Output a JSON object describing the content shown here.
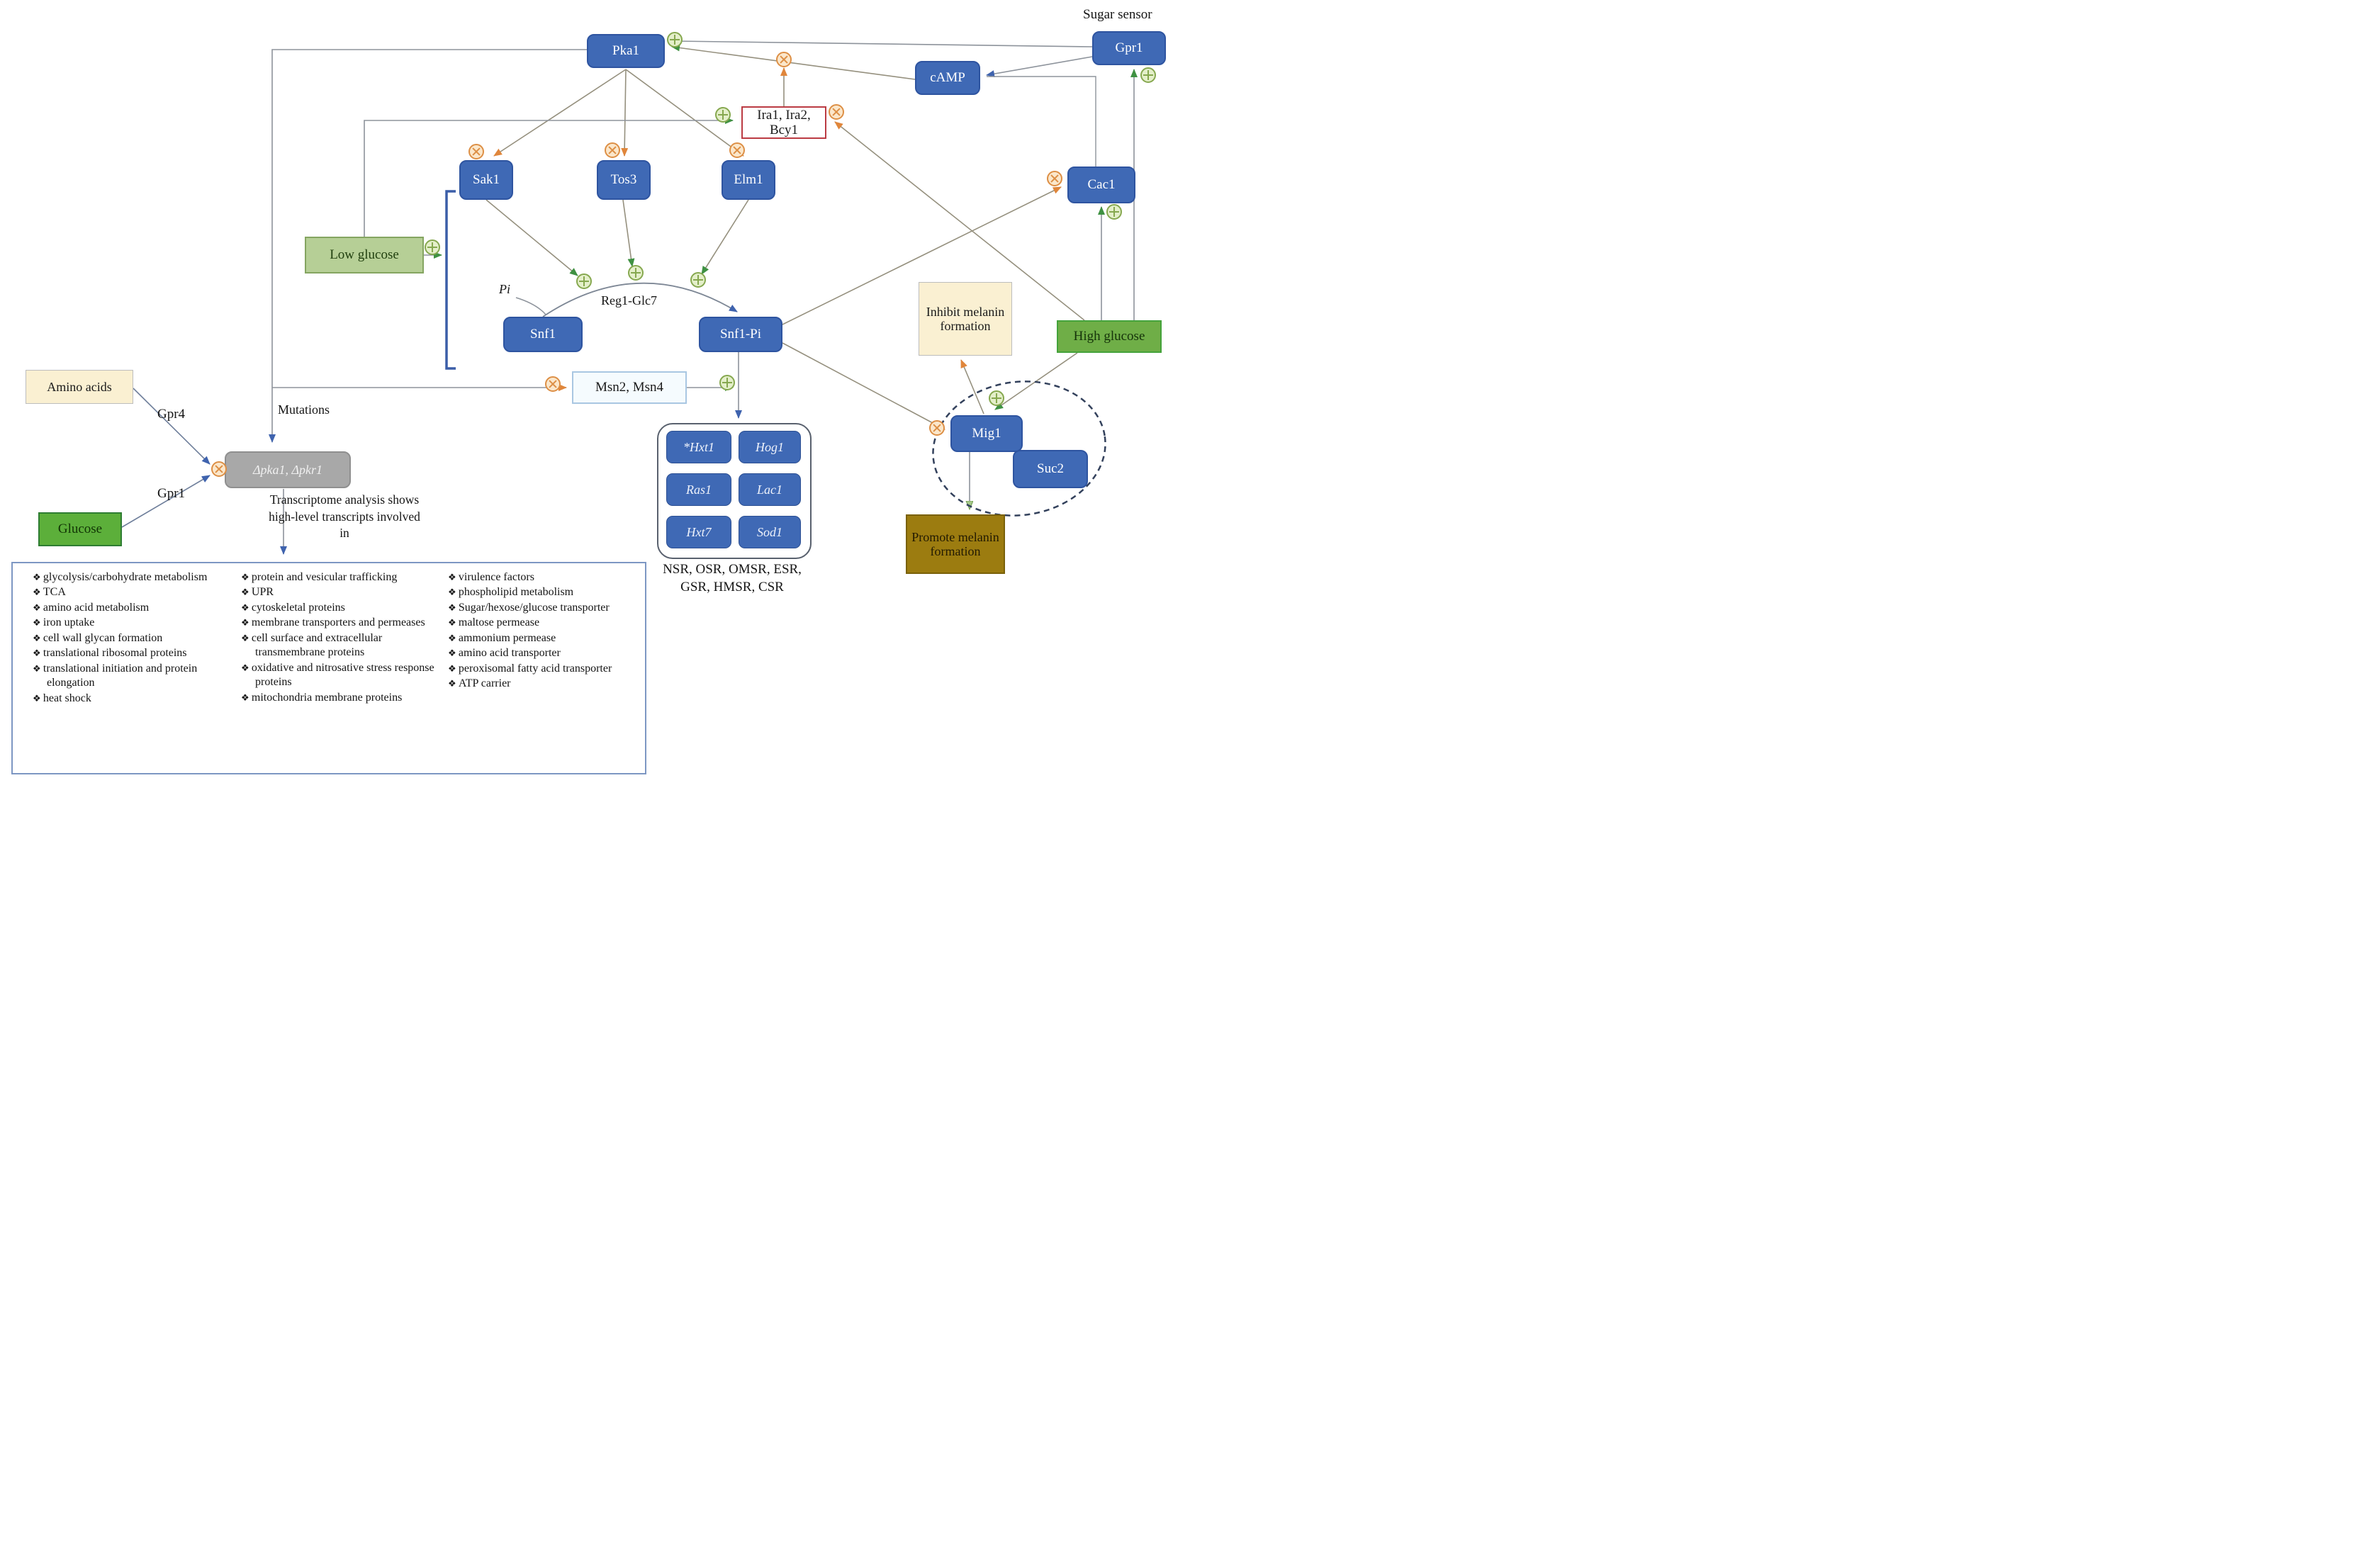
{
  "title": "PKA / Snf1 glucose signaling pathway diagram",
  "colors": {
    "node_blue": "#3f69b5",
    "activation_green": "#3f9142",
    "inhibition_orange": "#e0863b",
    "arrow_blue": "#3f63ae",
    "low_glucose_green": "#b6cf96",
    "high_glucose_green": "#6fae47",
    "cream": "#faf0d2",
    "melanin_olive": "#9c7c10",
    "ira_border_red": "#bb3b43"
  },
  "nodes": {
    "sugar_sensor": "Sugar sensor",
    "gpr1_top": "Gpr1",
    "pka1": "Pka1",
    "camp": "cAMP",
    "ira": "Ira1, Ira2, Bcy1",
    "sak1": "Sak1",
    "tos3": "Tos3",
    "elm1": "Elm1",
    "low_glucose": "Low glucose",
    "pi": "Pi",
    "reg1_glc7": "Reg1-Glc7",
    "snf1": "Snf1",
    "snf1_pi": "Snf1-Pi",
    "msn": "Msn2, Msn4",
    "cac1": "Cac1",
    "high_glucose": "High glucose",
    "inhibit_melanin": "Inhibit melanin formation",
    "mig1": "Mig1",
    "suc2": "Suc2",
    "promote_melanin": "Promote melanin formation",
    "amino_acids": "Amino acids",
    "glucose": "Glucose",
    "mutant": "Δpka1, Δpkr1",
    "gpr4_label": "Gpr4",
    "gpr1_label": "Gpr1",
    "mutations_label": "Mutations",
    "transcriptome_note": "Transcriptome analysis shows high-level transcripts involved in",
    "stress_responses": "NSR, OSR, OMSR, ESR, GSR, HMSR, CSR"
  },
  "genes": [
    "*Hxt1",
    "Hog1",
    "Ras1",
    "Lac1",
    "Hxt7",
    "Sod1"
  ],
  "list_box": {
    "col1": [
      "glycolysis/carbohydrate metabolism",
      "TCA",
      "amino acid metabolism",
      "iron uptake",
      "cell wall glycan formation",
      "translational ribosomal proteins",
      "translational initiation and protein elongation",
      "heat shock"
    ],
    "col2": [
      "protein and vesicular trafficking",
      "UPR",
      "cytoskeletal proteins",
      "membrane transporters and permeases",
      "cell surface and extracellular transmembrane proteins",
      "oxidative and nitrosative stress response proteins",
      "mitochondria membrane proteins"
    ],
    "col3": [
      "virulence factors",
      "phospholipid metabolism",
      "Sugar/hexose/glucose transporter",
      "maltose permease",
      "ammonium permease",
      "amino acid transporter",
      "peroxisomal fatty acid transporter",
      "ATP carrier"
    ]
  }
}
